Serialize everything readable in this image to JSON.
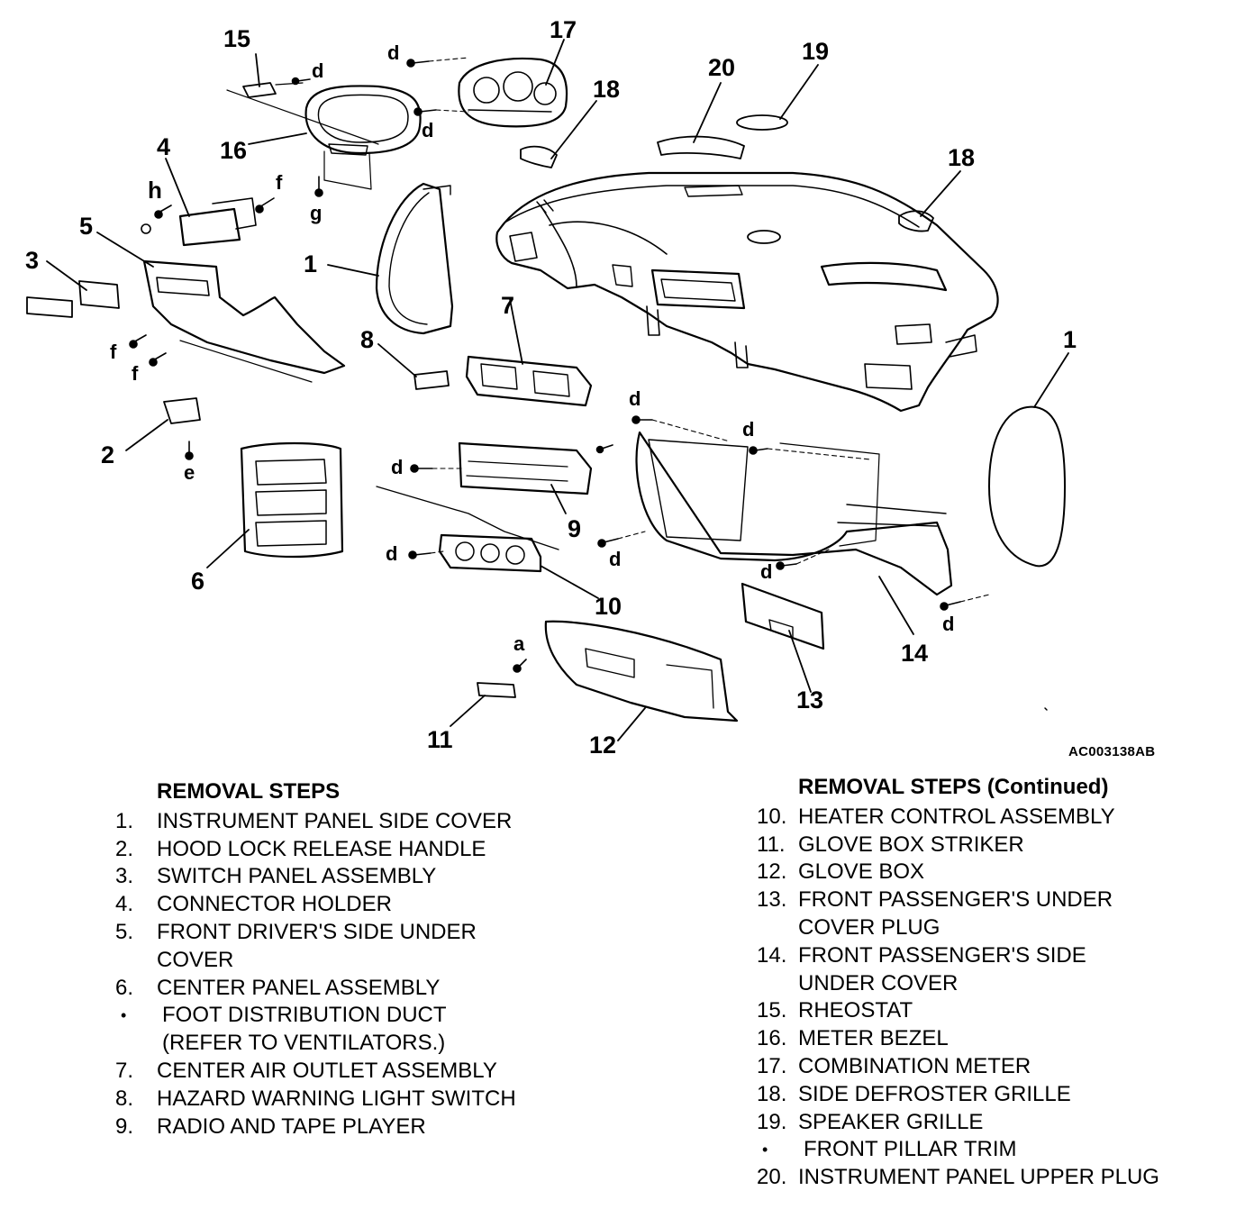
{
  "figure_code": "AC003138AB",
  "callouts": [
    "1",
    "2",
    "3",
    "4",
    "5",
    "6",
    "7",
    "8",
    "9",
    "10",
    "11",
    "12",
    "13",
    "14",
    "15",
    "16",
    "17",
    "18",
    "19",
    "20"
  ],
  "fasteners": [
    "a",
    "d",
    "e",
    "f",
    "g",
    "h"
  ],
  "left_list": {
    "heading": "REMOVAL STEPS",
    "steps": [
      {
        "num": "1.",
        "text": "INSTRUMENT PANEL SIDE COVER"
      },
      {
        "num": "2.",
        "text": "HOOD LOCK RELEASE HANDLE"
      },
      {
        "num": "3.",
        "text": "SWITCH PANEL ASSEMBLY"
      },
      {
        "num": "4.",
        "text": "CONNECTOR HOLDER"
      },
      {
        "num": "5.",
        "text": "FRONT DRIVER'S SIDE UNDER\nCOVER"
      },
      {
        "num": "6.",
        "text": "CENTER PANEL ASSEMBLY"
      },
      {
        "num": "•",
        "text": "FOOT DISTRIBUTION DUCT\n(REFER TO VENTILATORS.)"
      },
      {
        "num": "7.",
        "text": "CENTER AIR OUTLET ASSEMBLY"
      },
      {
        "num": "8.",
        "text": "HAZARD WARNING LIGHT SWITCH"
      },
      {
        "num": "9.",
        "text": "RADIO AND TAPE PLAYER"
      }
    ]
  },
  "right_list": {
    "heading": "REMOVAL STEPS (Continued)",
    "steps": [
      {
        "num": "10.",
        "text": "HEATER CONTROL ASSEMBLY"
      },
      {
        "num": "11.",
        "text": "GLOVE BOX STRIKER"
      },
      {
        "num": "12.",
        "text": "GLOVE BOX"
      },
      {
        "num": "13.",
        "text": "FRONT PASSENGER'S UNDER\nCOVER PLUG"
      },
      {
        "num": "14.",
        "text": "FRONT PASSENGER'S SIDE\nUNDER COVER"
      },
      {
        "num": "15.",
        "text": "RHEOSTAT"
      },
      {
        "num": "16.",
        "text": "METER BEZEL"
      },
      {
        "num": "17.",
        "text": "COMBINATION METER"
      },
      {
        "num": "18.",
        "text": "SIDE DEFROSTER GRILLE"
      },
      {
        "num": "19.",
        "text": "SPEAKER GRILLE"
      },
      {
        "num": "•",
        "text": "FRONT PILLAR TRIM"
      },
      {
        "num": "20.",
        "text": "INSTRUMENT PANEL UPPER PLUG"
      }
    ]
  }
}
